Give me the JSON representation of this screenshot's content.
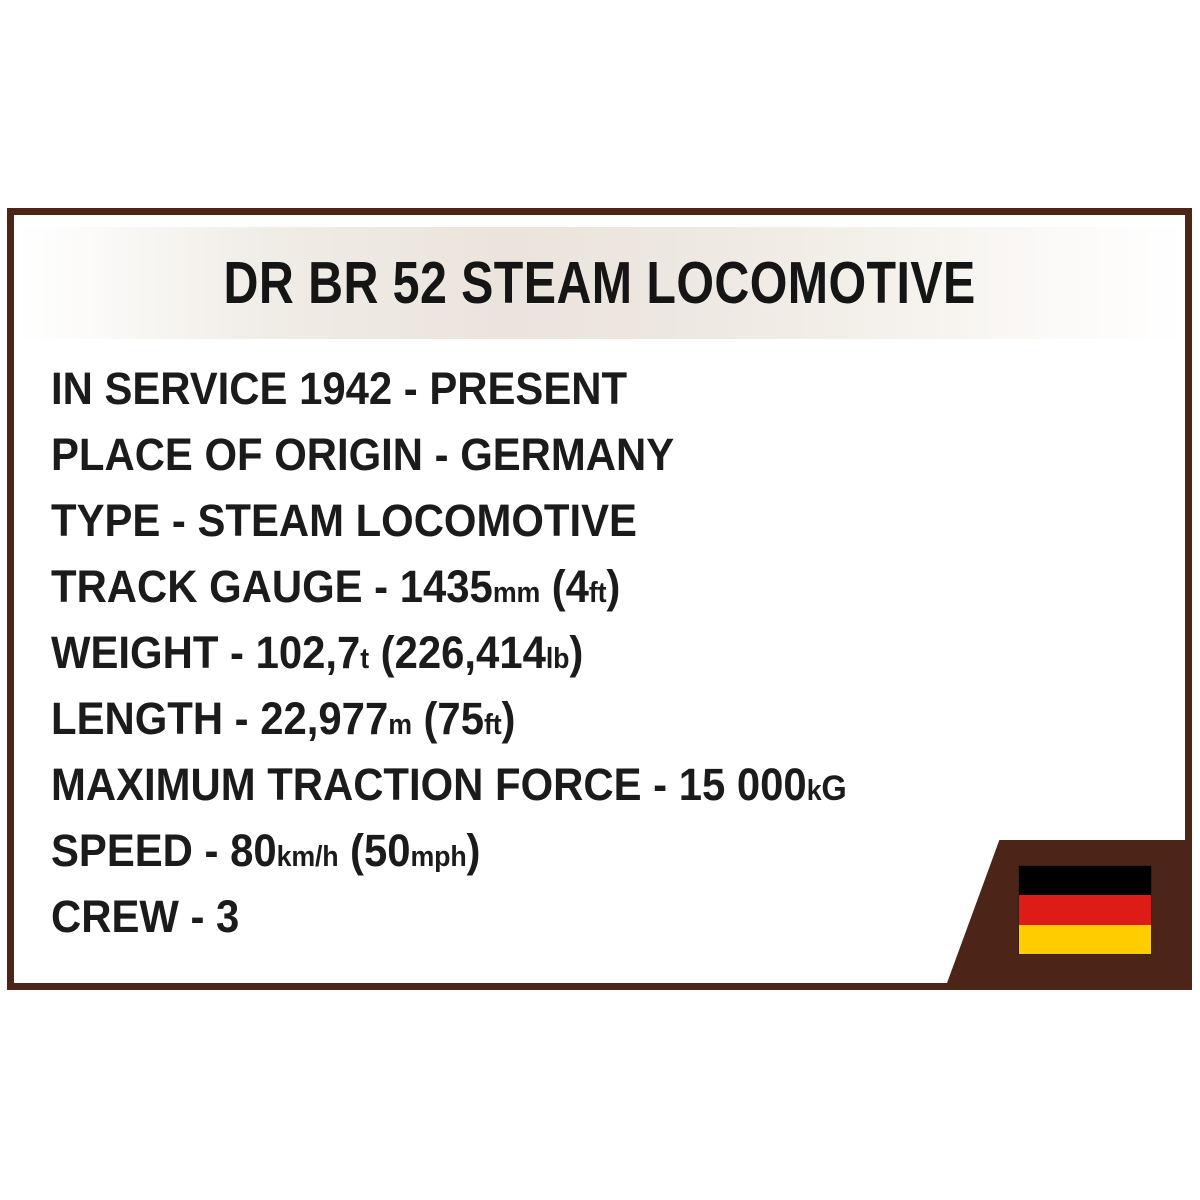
{
  "card": {
    "border_color": "#4c2418",
    "background_color": "#ffffff"
  },
  "header": {
    "title": "DR BR 52 STEAM LOCOMOTIVE",
    "band_gradient_accent": "#eae4dc"
  },
  "specs": [
    {
      "key": "in-service",
      "label": "IN SERVICE",
      "full": "IN SERVICE 1942 - PRESENT",
      "parts": [
        {
          "text": "IN SERVICE 1942 - PRESENT",
          "size": "normal"
        }
      ]
    },
    {
      "key": "place-of-origin",
      "label": "PLACE OF ORIGIN",
      "full": "PLACE OF ORIGIN - GERMANY",
      "parts": [
        {
          "text": "PLACE OF ORIGIN - GERMANY",
          "size": "normal"
        }
      ]
    },
    {
      "key": "type",
      "label": "TYPE",
      "full": "TYPE - STEAM LOCOMOTIVE",
      "parts": [
        {
          "text": "TYPE - STEAM LOCOMOTIVE",
          "size": "normal"
        }
      ]
    },
    {
      "key": "track-gauge",
      "label": "TRACK GAUGE",
      "full": "TRACK GAUGE - 1435mm (4ft)",
      "parts": [
        {
          "text": "TRACK GAUGE - 1435",
          "size": "normal"
        },
        {
          "text": "mm",
          "size": "unit"
        },
        {
          "text": " (4",
          "size": "normal"
        },
        {
          "text": "ft",
          "size": "unit"
        },
        {
          "text": ")",
          "size": "normal"
        }
      ]
    },
    {
      "key": "weight",
      "label": "WEIGHT",
      "full": "WEIGHT - 102,7t (226,414lb)",
      "parts": [
        {
          "text": "WEIGHT - 102,7",
          "size": "normal"
        },
        {
          "text": "t",
          "size": "unit"
        },
        {
          "text": " (226,414",
          "size": "normal"
        },
        {
          "text": "lb",
          "size": "unit"
        },
        {
          "text": ")",
          "size": "normal"
        }
      ]
    },
    {
      "key": "length",
      "label": "LENGTH",
      "full": "LENGTH - 22,977m (75ft)",
      "parts": [
        {
          "text": "LENGTH - 22,977",
          "size": "normal"
        },
        {
          "text": "m",
          "size": "unit"
        },
        {
          "text": " (75",
          "size": "normal"
        },
        {
          "text": "ft",
          "size": "unit"
        },
        {
          "text": ")",
          "size": "normal"
        }
      ]
    },
    {
      "key": "maximum-traction-force",
      "label": "MAXIMUM TRACTION FORCE",
      "full": "MAXIMUM TRACTION FORCE - 15 000kG",
      "parts": [
        {
          "text": "MAXIMUM TRACTION FORCE - 15 000",
          "size": "normal"
        },
        {
          "text": "k",
          "size": "unit"
        },
        {
          "text": "G",
          "size": "unit-big"
        }
      ]
    },
    {
      "key": "speed",
      "label": "SPEED",
      "full": "SPEED - 80km/h (50mph)",
      "parts": [
        {
          "text": "SPEED - 80",
          "size": "normal"
        },
        {
          "text": "km/h",
          "size": "unit"
        },
        {
          "text": " (50",
          "size": "normal"
        },
        {
          "text": "mph",
          "size": "unit"
        },
        {
          "text": ")",
          "size": "normal"
        }
      ]
    },
    {
      "key": "crew",
      "label": "CREW",
      "full": "CREW - 3",
      "parts": [
        {
          "text": "CREW - 3",
          "size": "normal"
        }
      ]
    }
  ],
  "flag": {
    "name": "germany-flag",
    "country": "GERMANY",
    "stripes": [
      {
        "name": "black",
        "color": "#000000"
      },
      {
        "name": "red",
        "color": "#dd1b17"
      },
      {
        "name": "gold",
        "color": "#ffcc00"
      }
    ],
    "corner_color": "#4c2418"
  }
}
